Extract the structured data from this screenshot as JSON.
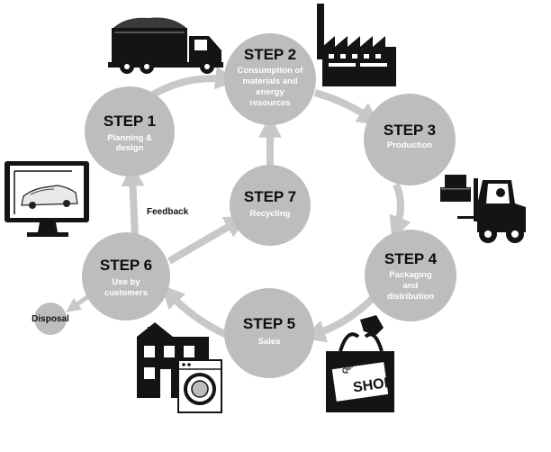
{
  "colors": {
    "circle": "#bdbdbd",
    "arrow": "#c8c8c8",
    "ink": "#111111",
    "subtext": "#ffffff"
  },
  "steps": [
    {
      "id": "step1",
      "title": "STEP 1",
      "lines": [
        "Planning &",
        "design"
      ]
    },
    {
      "id": "step2",
      "title": "STEP 2",
      "lines": [
        "Consumption of",
        "materials and",
        "energy",
        "resources"
      ]
    },
    {
      "id": "step3",
      "title": "STEP 3",
      "lines": [
        "Production"
      ]
    },
    {
      "id": "step4",
      "title": "STEP 4",
      "lines": [
        "Packaging",
        "and",
        "distribution"
      ]
    },
    {
      "id": "step5",
      "title": "STEP 5",
      "lines": [
        "Sales"
      ]
    },
    {
      "id": "step6",
      "title": "STEP 6",
      "lines": [
        "Use by",
        "customers"
      ]
    },
    {
      "id": "step7",
      "title": "STEP 7",
      "lines": [
        "Recycling"
      ]
    }
  ],
  "labels": {
    "feedback": "Feedback",
    "disposal": "Disposal",
    "shop_small": "Quick",
    "shop_big": "SHOP"
  },
  "icons": [
    "truck-icon",
    "factory-icon",
    "forklift-icon",
    "computer-car-design-icon",
    "house-icon",
    "washing-machine-icon",
    "shopping-bag-icon"
  ]
}
